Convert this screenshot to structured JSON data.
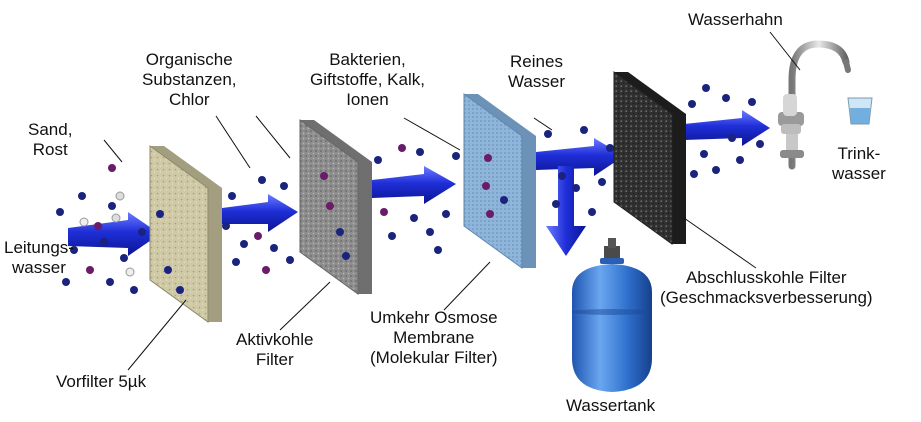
{
  "labels": {
    "sand_rost": [
      "Sand,",
      "Rost"
    ],
    "leitungswasser": [
      "Leitungs-",
      "wasser"
    ],
    "organische": [
      "Organische",
      "Substanzen,",
      "Chlor"
    ],
    "bakterien": [
      "Bakterien,",
      "Giftstoffe, Kalk,",
      "Ionen"
    ],
    "reines_wasser": [
      "Reines",
      "Wasser"
    ],
    "wasserhahn": "Wasserhahn",
    "trinkwasser": [
      "Trink-",
      "wasser"
    ],
    "vorfilter": "Vorfilter 5µk",
    "aktivkohle": [
      "Aktivkohle",
      "Filter"
    ],
    "umkehr": [
      "Umkehr Osmose",
      "Membrane",
      "(Molekular Filter)"
    ],
    "wassertank": "Wassertank",
    "abschluss": [
      "Abschlusskohle Filter",
      "(Geschmacksverbesserung)"
    ]
  },
  "colors": {
    "arrow": "#1f2fd8",
    "prefilter": "#c9c3a0",
    "carbon": "#8c8c8c",
    "membrane": "#8fb3d6",
    "final_carbon": "#3a3a3a",
    "tank": "#3a78d0",
    "particle_dark": "#1a237e",
    "particle_purple": "#6a1b6a"
  },
  "icons": [
    "arrow-icon",
    "faucet-icon",
    "glass-icon",
    "tank-icon",
    "filter-icon",
    "particle-icon"
  ]
}
